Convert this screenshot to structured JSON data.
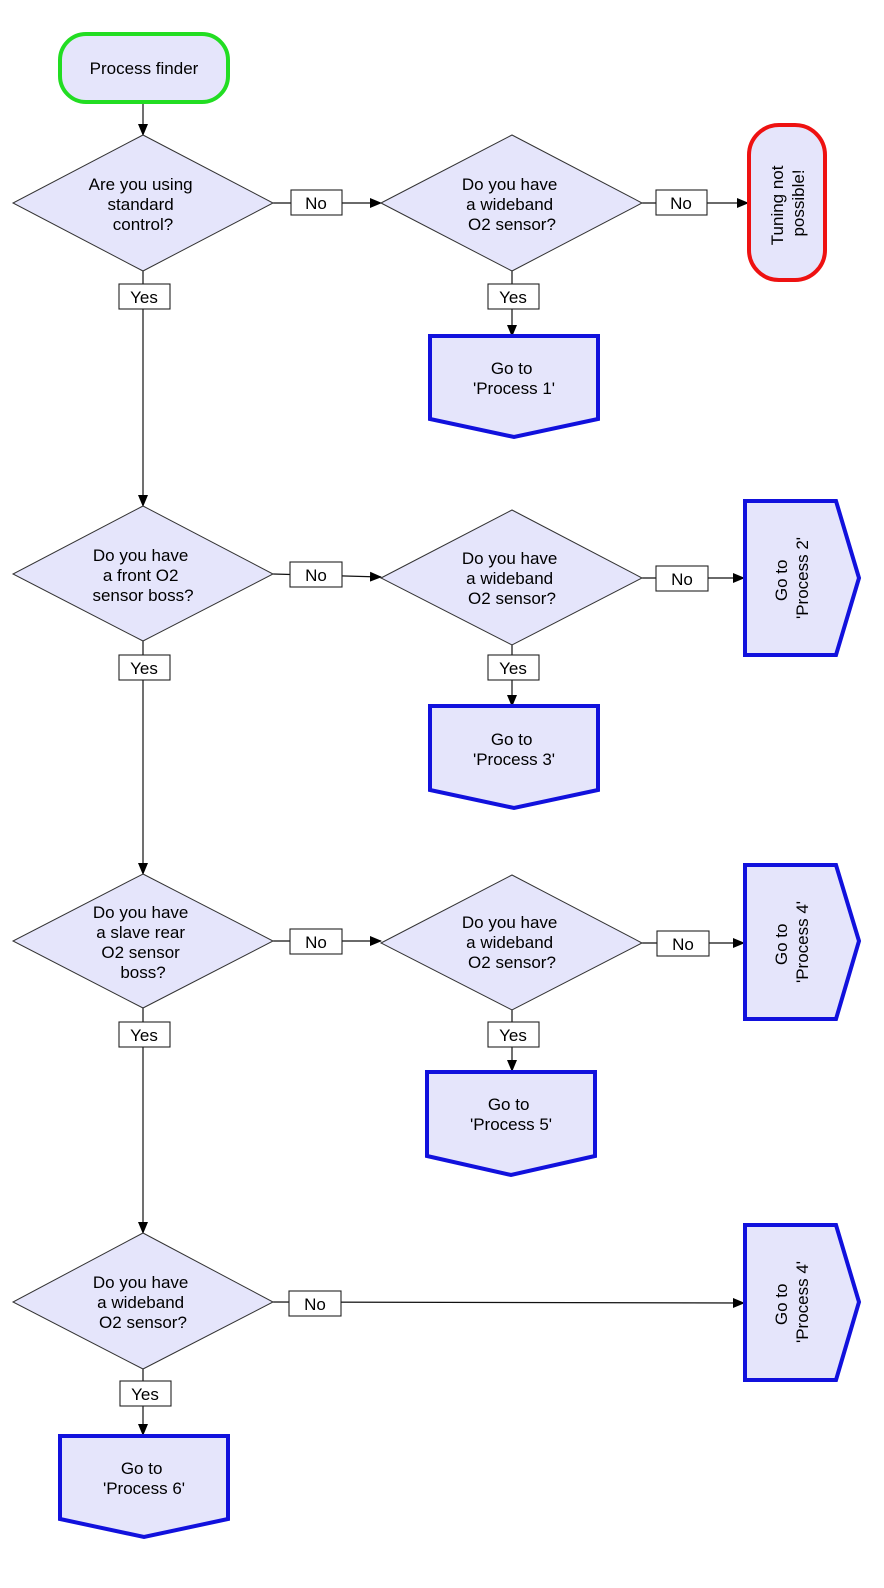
{
  "start": {
    "label": "Process finder"
  },
  "end": {
    "label": [
      "Tuning not",
      "possible!"
    ]
  },
  "edge_labels": {
    "yes": "Yes",
    "no": "No"
  },
  "decisions": {
    "d1": [
      "Are you using",
      "standard",
      "control?"
    ],
    "d2": [
      "Do you have",
      "a wideband",
      "O2 sensor?"
    ],
    "d3": [
      "Do you have",
      "a front O2",
      "sensor boss?"
    ],
    "d4": [
      "Do you have",
      "a wideband",
      "O2 sensor?"
    ],
    "d5": [
      "Do you have",
      "a slave rear",
      "O2 sensor",
      "boss?"
    ],
    "d6": [
      "Do you have",
      "a wideband",
      "O2 sensor?"
    ],
    "d7": [
      "Do you have",
      "a wideband",
      "O2 sensor?"
    ]
  },
  "outcomes": {
    "p1": [
      "Go to",
      "'Process 1'"
    ],
    "p2": [
      "Go to",
      "'Process 2'"
    ],
    "p3": [
      "Go to",
      "'Process 3'"
    ],
    "p4a": [
      "Go to",
      "'Process 4'"
    ],
    "p5": [
      "Go to",
      "'Process 5'"
    ],
    "p4b": [
      "Go to",
      "'Process 4'"
    ],
    "p6": [
      "Go to",
      "'Process 6'"
    ]
  },
  "colors": {
    "node_fill": "#e5e5fb",
    "start_border": "#22dd22",
    "end_border": "#ee1111",
    "outcome_border": "#1111dd"
  }
}
